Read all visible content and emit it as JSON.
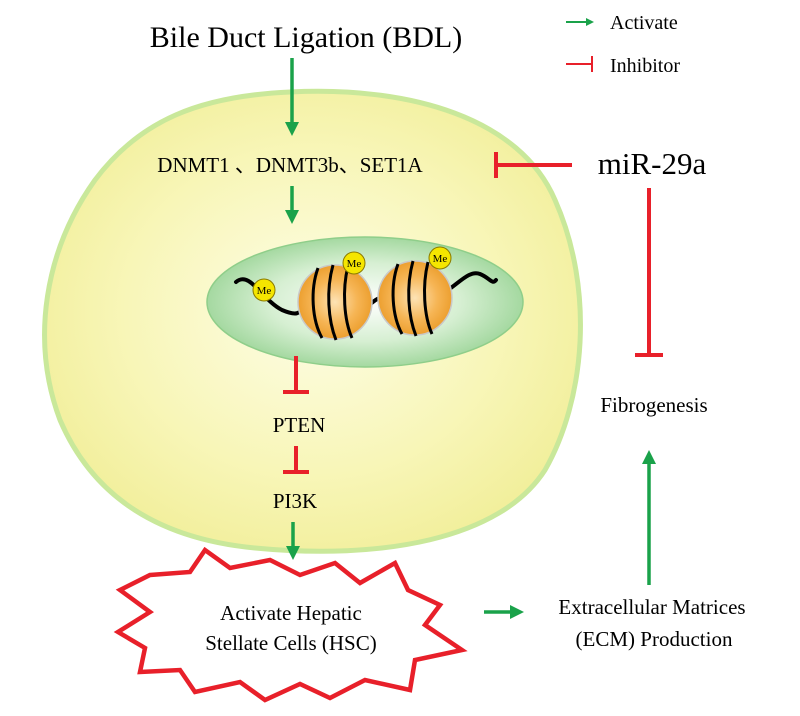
{
  "title": "Bile Duct Ligation (BDL)",
  "legend": {
    "activate_label": "Activate",
    "inhibitor_label": "Inhibitor",
    "activate_color": "#1aa24a",
    "inhibitor_color": "#e8202a"
  },
  "nodes": {
    "enzymes": "DNMT1 、DNMT3b、SET1A",
    "mirna": "miR-29a",
    "pten": "PTEN",
    "pi3k": "PI3K",
    "fibrogenesis": "Fibrogenesis",
    "hsc_line1": "Activate Hepatic",
    "hsc_line2": "Stellate Cells (HSC)",
    "ecm_line1": "Extracellular Matrices",
    "ecm_line2": "(ECM) Production",
    "methyl_mark": "Me"
  },
  "colors": {
    "cell_fill": "#f6f4a8",
    "cell_border": "#c9e89a",
    "nucleus_fill": "#a9dba4",
    "histone_fill": "#f2a93b",
    "methyl_fill": "#f5e600",
    "hsc_border": "#e8202a"
  }
}
